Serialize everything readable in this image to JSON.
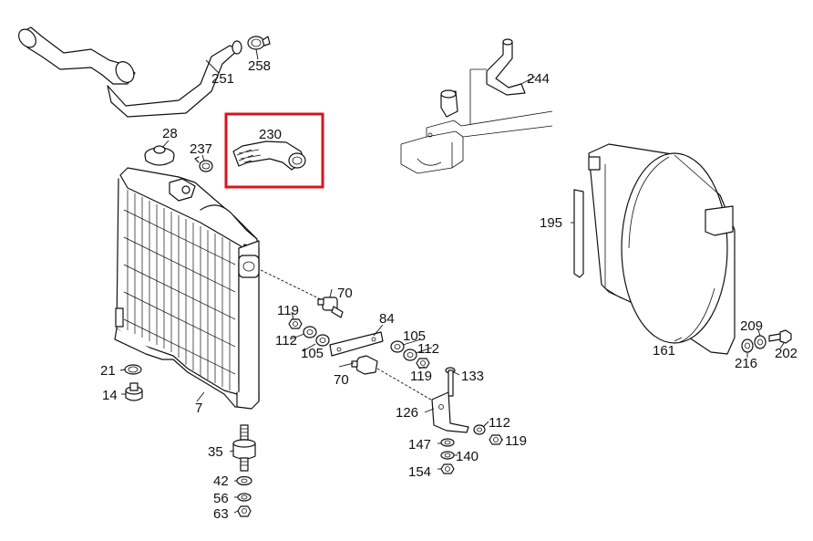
{
  "labels": {
    "p7": "7",
    "p14": "14",
    "p21": "21",
    "p28": "28",
    "p35": "35",
    "p42": "42",
    "p56": "56",
    "p63": "63",
    "p70a": "70",
    "p70b": "70",
    "p84": "84",
    "p105a": "105",
    "p105b": "105",
    "p112a": "112",
    "p112b": "112",
    "p112c": "112",
    "p119a": "119",
    "p119b": "119",
    "p119c": "119",
    "p126": "126",
    "p133": "133",
    "p140": "140",
    "p147": "147",
    "p154": "154",
    "p161": "161",
    "p195": "195",
    "p202": "202",
    "p209": "209",
    "p216": "216",
    "p230": "230",
    "p237": "237",
    "p244": "244",
    "p251": "251",
    "p258": "258"
  },
  "highlight": {
    "part": "230",
    "color": "#d9141c"
  }
}
